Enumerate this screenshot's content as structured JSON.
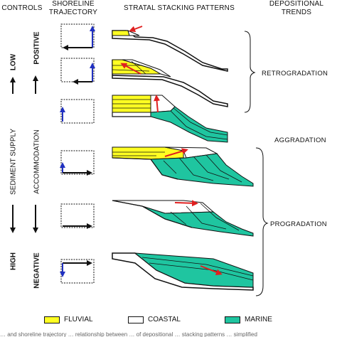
{
  "headers": {
    "controls": "CONTROLS",
    "shoreline_line1": "SHORELINE",
    "shoreline_line2": "TRAJECTORY",
    "stacking": "STRATAL STACKING PATTERNS",
    "trends_line1": "DEPOSITIONAL",
    "trends_line2": "TRENDS"
  },
  "left_labels": {
    "low": "LOW",
    "high": "HIGH",
    "sediment_supply": "SEDIMENT SUPPLY",
    "positive": "POSITIVE",
    "negative": "NEGATIVE",
    "accommodation": "ACCOMMODATION"
  },
  "trends": {
    "retrogradation": "RETROGRADATION",
    "aggradation": "AGGRADATION",
    "progradation": "PROGRADATION"
  },
  "legend": [
    {
      "label": "FLUVIAL",
      "color": "#ffff22"
    },
    {
      "label": "COASTAL",
      "color": "#ffffff"
    },
    {
      "label": "MARINE",
      "color": "#1fc5a0"
    }
  ],
  "colors": {
    "fluvial": "#ffff22",
    "coastal": "#ffffff",
    "marine": "#1fc5a0",
    "shoreline_arrow": "#e02020",
    "accommodation_arrow": "#2030c0"
  },
  "caption": "… and shoreline trajectory … relationship between … of depositional … stacking patterns … simplified"
}
